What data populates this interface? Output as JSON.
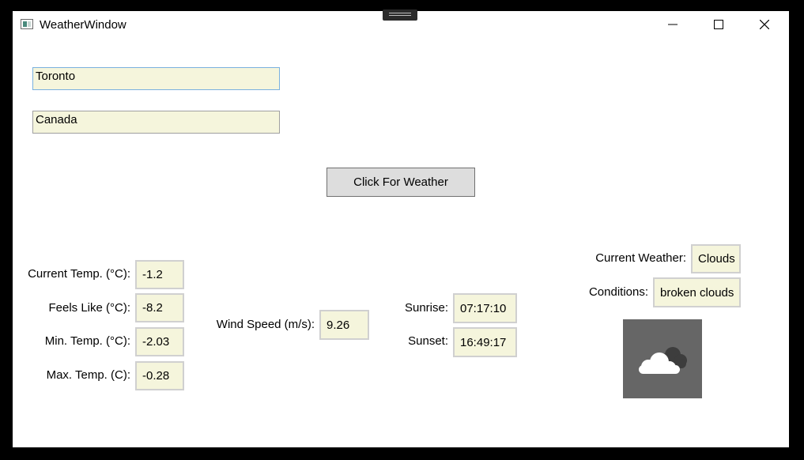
{
  "window": {
    "title": "WeatherWindow",
    "icons": {
      "app": "window-app-icon",
      "minimize": "minimize-icon",
      "maximize": "maximize-icon",
      "close": "close-icon"
    }
  },
  "inputs": {
    "city": "Toronto",
    "country": "Canada"
  },
  "button": {
    "label": "Click For Weather"
  },
  "temps": {
    "current_label": "Current Temp. (°C):",
    "current_value": "-1.2",
    "feels_label": "Feels Like (°C):",
    "feels_value": "-8.2",
    "min_label": "Min. Temp. (°C):",
    "min_value": "-2.03",
    "max_label": "Max. Temp. (C):",
    "max_value": "-0.28"
  },
  "wind": {
    "label": "Wind Speed (m/s):",
    "value": "9.26"
  },
  "sun": {
    "sunrise_label": "Sunrise:",
    "sunrise_value": "07:17:10",
    "sunset_label": "Sunset:",
    "sunset_value": "16:49:17"
  },
  "weather": {
    "current_label": "Current Weather:",
    "current_value": "Clouds",
    "conditions_label": "Conditions:",
    "conditions_value": "broken clouds",
    "icon": "broken-clouds-icon",
    "icon_bg": "#666666"
  },
  "colors": {
    "field_bg": "#f5f5dc",
    "button_bg": "#dddddd",
    "focus_border": "#7ab1df"
  }
}
